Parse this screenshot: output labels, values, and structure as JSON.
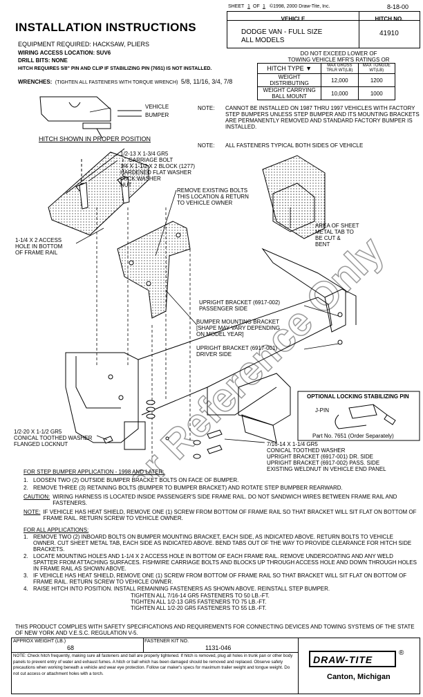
{
  "header": {
    "sheet_label": "SHEET",
    "sheet_num": "1",
    "of_label": "OF",
    "sheet_total": "1",
    "copyright": "©1998, 2000 Draw-Tite, Inc.",
    "date": "8-18-00",
    "vehicle_label": "VEHICLE",
    "hitch_no_label": "HITCH NO.",
    "vehicle_line1": "DODGE VAN - FULL SIZE",
    "vehicle_line2": "ALL MODELS",
    "hitch_no": "41910"
  },
  "title": "INSTALLATION INSTRUCTIONS",
  "equipment": {
    "equipment_required": "EQUIPMENT REQUIRED: HACKSAW, PLIERS",
    "wiring_access": "WIRING ACCESS LOCATION: SUV6",
    "drill_bits": "DRILL BITS: NONE",
    "hitch_requires": "HITCH REQUIRES 5/8\" PIN AND CLIP IF STABILIZING PIN (7651) IS NOT INSTALLED.",
    "wrenches_label": "WRENCHES:",
    "wrenches_note": "(TIGHTEN ALL FASTENERS WITH TORQUE WRENCH)",
    "wrenches_sizes": "5/8, 11/16, 3/4, 7/8"
  },
  "ratings": {
    "caption_line1": "DO NOT EXCEED LOWER OF",
    "caption_line2": "TOWING VEHICLE MFR'S RATINGS OR",
    "hitch_type_label": "HITCH TYPE",
    "max_gross_label": "MAX GROSS TRLR WT(LB)",
    "max_tongue_label": "MAX TONGUE WT(LB)",
    "rows": [
      {
        "type": "WEIGHT DISTRIBUTING",
        "gross": "12,000",
        "tongue": "1200"
      },
      {
        "type": "WEIGHT CARRYING BALL MOUNT",
        "gross": "10,000",
        "tongue": "1000"
      }
    ]
  },
  "notes": {
    "note_label": "NOTE:",
    "note1": "CANNOT BE INSTALLED ON 1987 THRU 1997 VEHICLES WITH FACTORY STEP BUMPERS UNLESS STEP BUMPER AND ITS MOUNTING BRACKETS ARE PERMANENTLY REMOVED AND STANDARD FACTORY BUMPER IS INSTALLED.",
    "note2": "ALL FASTENERS TYPICAL BOTH SIDES OF VEHICLE"
  },
  "diagram_labels": {
    "vehicle": "VEHICLE",
    "bumper": "BUMPER",
    "hitch_position": "HITCH SHOWN IN PROPER POSITION",
    "carriage_bolt": "1/2-13 X 1-3/4 GR5",
    "carriage_bolt2": "CARRIAGE BOLT",
    "block": "1/4 X 1-1/2 X 2 BLOCK (1277)",
    "hardened_washer": "HARDENED FLAT WASHER",
    "lock_washer": "LOCK WASHER",
    "nut": "NUT",
    "remove_bolts1": "REMOVE EXISTING BOLTS",
    "remove_bolts2": "THIS LOCATION & RETURN",
    "remove_bolts3": "TO VEHICLE OWNER",
    "access_hole1": "1-1/4 X 2 ACCESS",
    "access_hole2": "HOLE IN BOTTOM",
    "access_hole3": "OF FRAME RAIL",
    "sheet_metal1": "AREA OF SHEET",
    "sheet_metal2": "METAL TAB TO",
    "sheet_metal3": "BE CUT &",
    "sheet_metal4": "BENT",
    "upright_pass1": "UPRIGHT BRACKET (6917-002)",
    "upright_pass2": "PASSENGER SIDE",
    "bumper_bracket1": "BUMPER MOUNTING BRACKET",
    "bumper_bracket2": "[SHAPE MAY VARY DEPENDING",
    "bumper_bracket3": "ON MODEL YEAR]",
    "upright_drv1": "UPRIGHT BRACKET (6917-001)",
    "upright_drv2": "DRIVER SIDE",
    "conical_left1": "1/2-20 X 1-1/2 GR5",
    "conical_left2": "CONICAL TOOTHED WASHER",
    "conical_left3": "FLANGED LOCKNUT",
    "conical_right1": "7/16-14 X 1-1/4 GR5",
    "conical_right2": "CONICAL TOOTHED WASHER",
    "conical_right3": "UPRIGHT BRACKET (6917-001) DR. SIDE",
    "conical_right4": "UPRIGHT BRACKET (6917-002) PASS. SIDE",
    "conical_right5": "EXISTING WELDNUT IN VEHICLE END PANEL",
    "optional_title": "OPTIONAL LOCKING STABILIZING PIN",
    "j_pin": "J-PIN",
    "part_no": "Part No. 7651 (Order Separately)"
  },
  "watermark": "For Reference Only",
  "step_bumper": {
    "heading": "FOR STEP BUMPER APPLICATION - 1998 AND LATER:",
    "steps": [
      "LOOSEN TWO (2) OUTSIDE BUMPER BRACKET BOLTS ON FACE OF BUMPER.",
      "REMOVE THREE (3) RETAINING BOLTS (BUMPER TO BUMPER BRACKET) AND ROTATE STEP BUMPBER REARWARD."
    ],
    "caution_label": "CAUTION:",
    "caution": "WIRING HARNESS IS LOCATED INSIDE PASSENGER'S SIDE FRAME RAIL. DO NOT SANDWICH WIRES BETWEEN FRAME RAIL AND FASTENERS.",
    "note_label": "NOTE:",
    "note": "IF VEHICLE HAS HEAT SHIELD, REMOVE ONE (1) SCREW FROM BOTTOM OF FRAME RAIL SO THAT BRACKET WILL SIT FLAT ON BOTTOM OF FRAME RAIL. RETURN SCREW TO VEHICLE OWNER."
  },
  "all_apps": {
    "heading": "FOR ALL APPLICATIONS:",
    "steps": [
      "REMOVE TWO (2) INBOARD BOLTS ON BUMPER MOUNTING BRACKET, EACH SIDE, AS INDICATED ABOVE. RETURN BOLTS TO VEHICLE OWNER. CUT SHEET METAL TAB, EACH SIDE AS INDICATED ABOVE. BEND TABS OUT OF THE WAY TO PROVIDE CLEARANCE FOR HITCH SIDE BRACKETS.",
      "LOCATE MOUNTING HOLES AND 1-1/4 X 2 ACCESS HOLE IN BOTTOM OF EACH FRAME RAIL. REMOVE UNDERCOATING AND ANY WELD SPATTER FROM ATTACHING SURFACES. FISHWIRE CARRIAGE BOLTS AND BLOCKS UP THROUGH ACCESS HOLE AND DOWN THROUGH HOLES IN FRAME RAIL AS SHOWN ABOVE.",
      "IF VEHICLE HAS HEAT SHIELD, REMOVE ONE (1) SCREW FROM BOTTOM OF FRAME RAIL SO THAT BRACKET WILL SIT FLAT ON BOTTOM OF FRAME RAIL. RETURN SCREW TO VEHICLE OWNER.",
      "RAISE HITCH INTO POSITION. INSTALL REMAINING FASTENERS AS SHOWN ABOVE. REINSTALL STEP BUMPER."
    ],
    "torque": [
      "TIGHTEN ALL 7/16-14 GR5 FASTENERS TO 50 LB.-FT.",
      "TIGHTEN ALL 1/2-13 GR5 FASTENERS TO 75 LB.-FT.",
      "TIGHTEN ALL 1/2-20 GR5 FASTENERS TO 55 LB.-FT."
    ]
  },
  "compliance": "THIS PRODUCT COMPLIES WITH SAFETY SPECIFICATIONS AND REQUIREMENTS FOR CONNECTING DEVICES AND TOWING SYSTEMS OF THE STATE OF NEW YORK AND V.E.S.C. REGULATION V-5.",
  "footer": {
    "approx_weight_label": "APPROX WEIGHT (LB.)",
    "approx_weight": "68",
    "kit_label": "FASTENER KIT NO.",
    "kit_no": "1131-046",
    "note": "NOTE: Check hitch frequently, making sure all fasteners and ball are properly tightened. If hitch is removed, plug all holes in trunk pan or other body panels to prevent entry of water and exhaust fumes. A hitch or ball which has been damaged should be removed and replaced. Observe safety precautions when working beneath a vehicle and wear eye protection. Follow car maker's specs for maximum trailer weight and tongue weight. Do not cut access or attachment holes with a torch.",
    "brand": "DRAW-TITE",
    "location": "Canton, Michigan"
  }
}
